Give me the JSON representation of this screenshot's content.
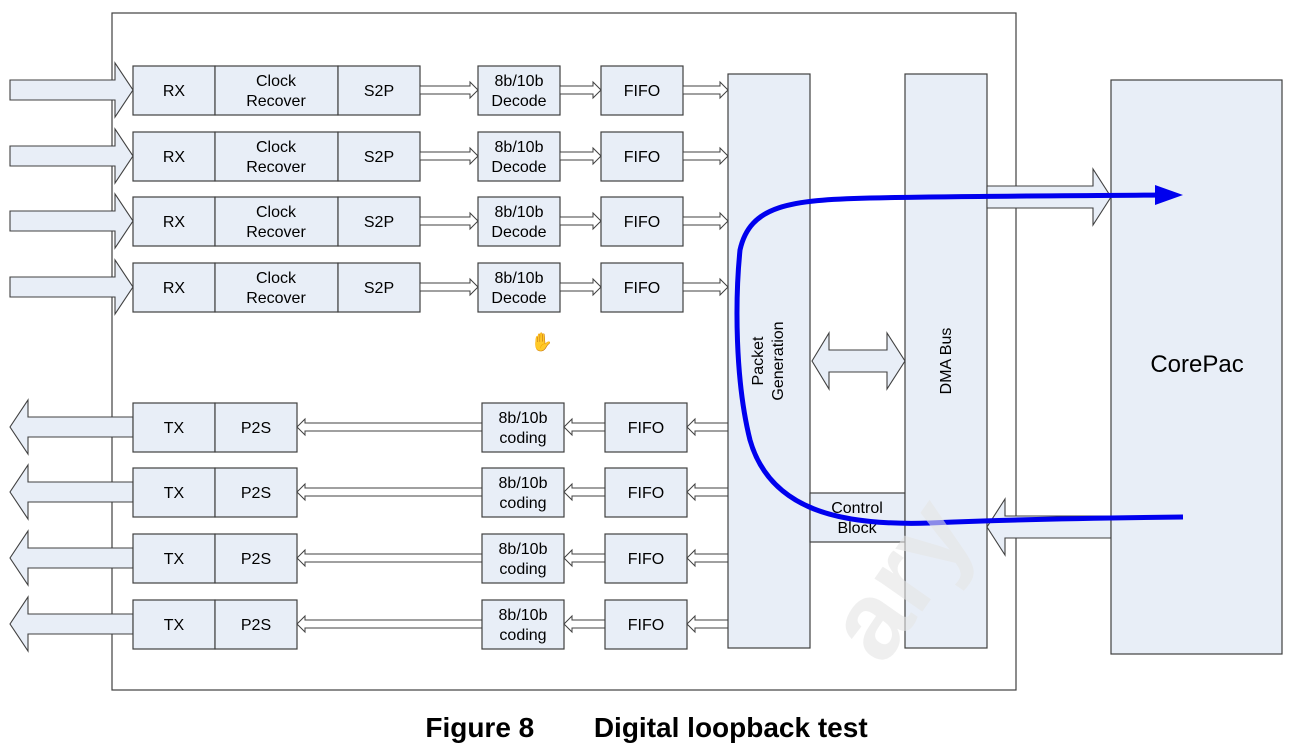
{
  "rx_lanes": [
    {
      "rx": "RX",
      "clock_line1": "Clock",
      "clock_line2": "Recover",
      "s2p": "S2P",
      "decode_line1": "8b/10b",
      "decode_line2": "Decode",
      "fifo": "FIFO"
    },
    {
      "rx": "RX",
      "clock_line1": "Clock",
      "clock_line2": "Recover",
      "s2p": "S2P",
      "decode_line1": "8b/10b",
      "decode_line2": "Decode",
      "fifo": "FIFO"
    },
    {
      "rx": "RX",
      "clock_line1": "Clock",
      "clock_line2": "Recover",
      "s2p": "S2P",
      "decode_line1": "8b/10b",
      "decode_line2": "Decode",
      "fifo": "FIFO"
    },
    {
      "rx": "RX",
      "clock_line1": "Clock",
      "clock_line2": "Recover",
      "s2p": "S2P",
      "decode_line1": "8b/10b",
      "decode_line2": "Decode",
      "fifo": "FIFO"
    }
  ],
  "tx_lanes": [
    {
      "tx": "TX",
      "p2s": "P2S",
      "coding_line1": "8b/10b",
      "coding_line2": "coding",
      "fifo": "FIFO"
    },
    {
      "tx": "TX",
      "p2s": "P2S",
      "coding_line1": "8b/10b",
      "coding_line2": "coding",
      "fifo": "FIFO"
    },
    {
      "tx": "TX",
      "p2s": "P2S",
      "coding_line1": "8b/10b",
      "coding_line2": "coding",
      "fifo": "FIFO"
    },
    {
      "tx": "TX",
      "p2s": "P2S",
      "coding_line1": "8b/10b",
      "coding_line2": "coding",
      "fifo": "FIFO"
    }
  ],
  "packet_generation": {
    "line1": "Packet",
    "line2": "Generation"
  },
  "dma_bus": "DMA Bus",
  "control_block": {
    "line1": "Control",
    "line2": "Block"
  },
  "corepac": "CorePac",
  "caption": {
    "number": "Figure 8",
    "title": "Digital loopback test"
  },
  "watermark": "ary",
  "colors": {
    "box_fill": "#e8eef7",
    "loop_path": "#0000ee",
    "outline": "#404040"
  }
}
